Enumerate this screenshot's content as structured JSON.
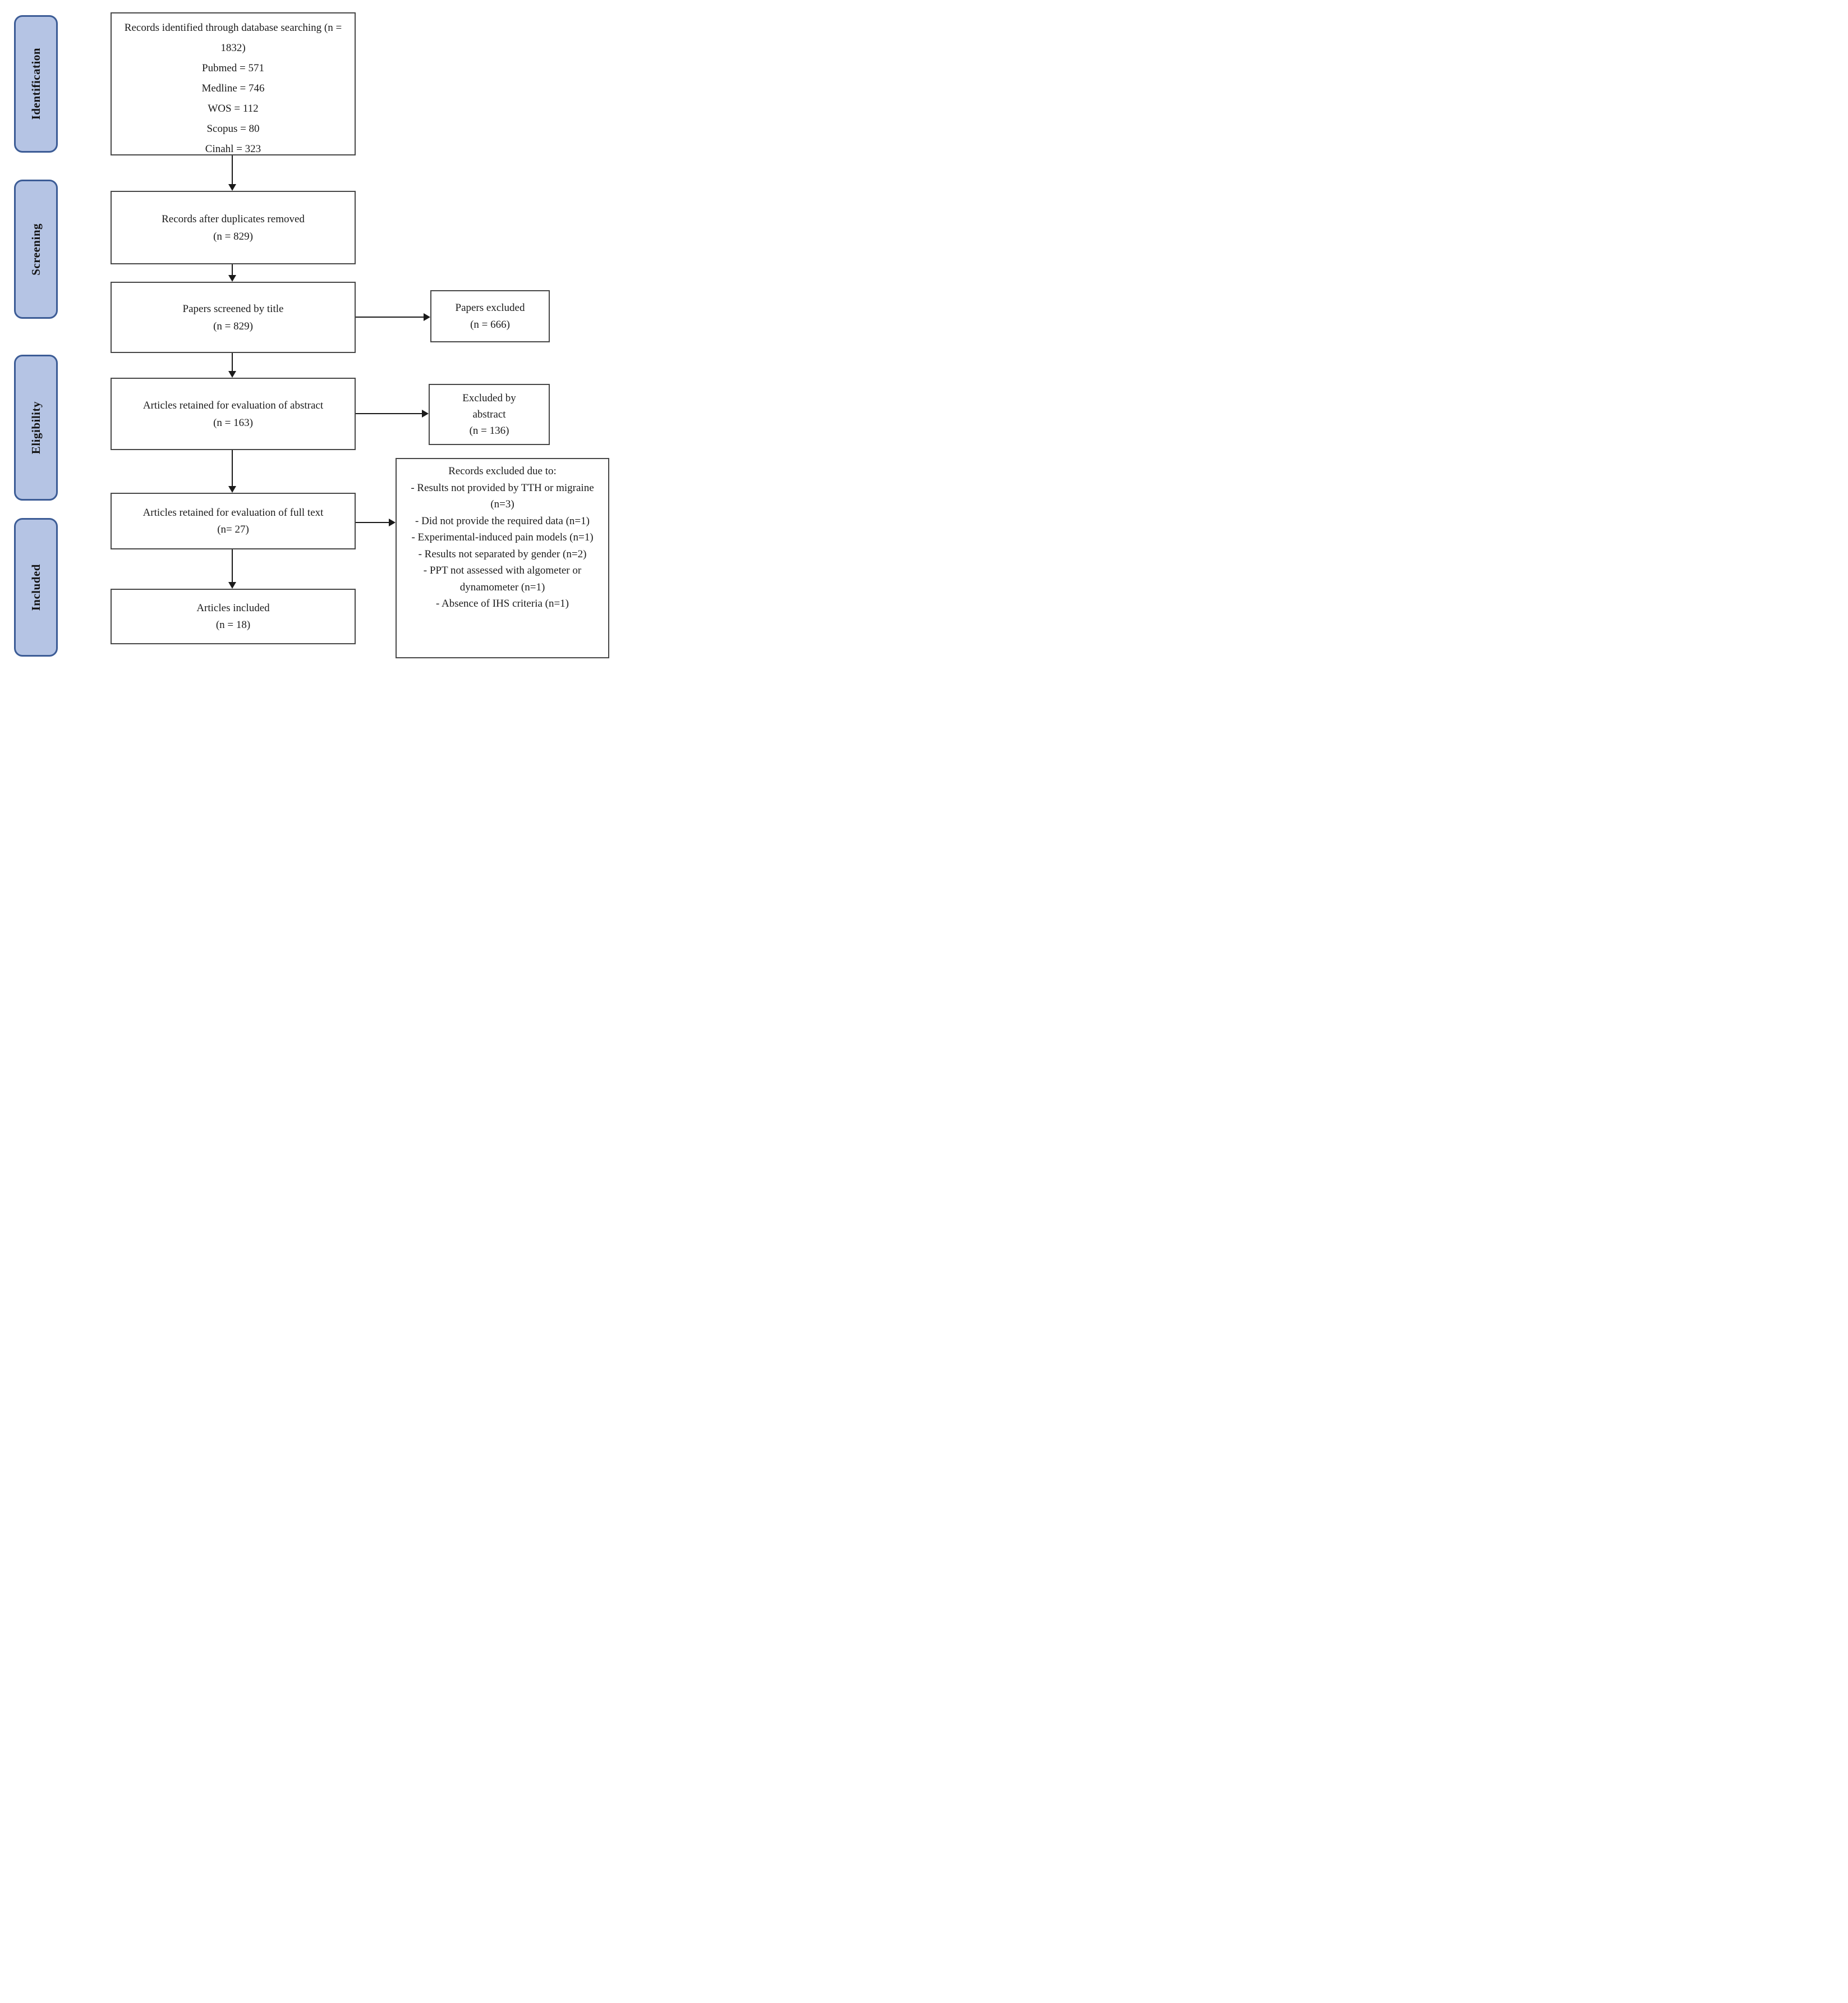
{
  "figure": {
    "type": "prisma-flow-diagram",
    "colors": {
      "stage_fill": "#b5c4e4",
      "stage_border": "#3c5c96",
      "flow_box_border": "#474747",
      "flow_box_fill": "#ffffff",
      "arrow": "#1a1a1a",
      "text": "#1b1b1b"
    },
    "stages": [
      {
        "label": "Identification"
      },
      {
        "label": "Screening"
      },
      {
        "label": "Eligibility"
      },
      {
        "label": "Included"
      }
    ],
    "boxes": {
      "identified": {
        "title": "Records identified through database searching (n = 1832)",
        "sources": [
          "Pubmed = 571",
          "Medline = 746",
          "WOS = 112",
          "Scopus = 80",
          "Cinahl = 323"
        ]
      },
      "duplicates_removed": {
        "label": "Records after duplicates removed",
        "count": "(n = 829)"
      },
      "screened_title": {
        "label": "Papers screened by title",
        "count": "(n = 829)"
      },
      "abstract_eval": {
        "label": "Articles retained for evaluation of abstract",
        "count": "(n = 163)"
      },
      "fulltext_eval": {
        "label": "Articles retained for evaluation of full text",
        "count": "(n= 27)"
      },
      "included": {
        "label": "Articles included",
        "count": "(n = 18)"
      },
      "papers_excluded": {
        "label": "Papers excluded",
        "count": "(n = 666)"
      },
      "excluded_abstract": {
        "label": "Excluded by abstract",
        "count": "(n = 136)"
      },
      "records_excluded": {
        "title": "Records excluded due to:",
        "reasons": [
          "- Results not provided by TTH or migraine (n=3)",
          "- Did not provide the required data (n=1)",
          "- Experimental-induced pain models (n=1)",
          "- Results not separated by gender (n=2)",
          "- PPT not assessed with algometer or dynamometer (n=1)",
          "- Absence of IHS criteria (n=1)"
        ]
      }
    }
  }
}
